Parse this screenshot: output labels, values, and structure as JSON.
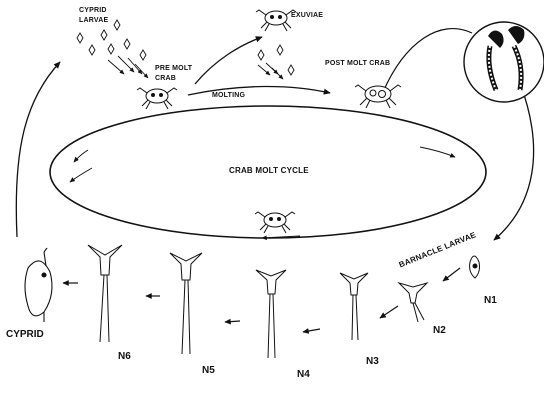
{
  "labels": {
    "cyprid_larvae_line1": "CYPRID",
    "cyprid_larvae_line2": "LARVAE",
    "exuviae": "EXUVIAE",
    "pre_molt_line1": "PRE MOLT",
    "pre_molt_line2": "CRAB",
    "molting": "MOLTING",
    "post_molt_crab": "POST MOLT CRAB",
    "crab_molt_cycle": "CRAB MOLT CYCLE",
    "barnacle_larvae": "BARNACLE LARVAE",
    "n1": "N1",
    "n2": "N2",
    "n3": "N3",
    "n4": "N4",
    "n5": "N5",
    "n6": "N6",
    "cyprid": "CYPRID"
  },
  "colors": {
    "ink": "#111111",
    "paper": "#ffffff"
  }
}
